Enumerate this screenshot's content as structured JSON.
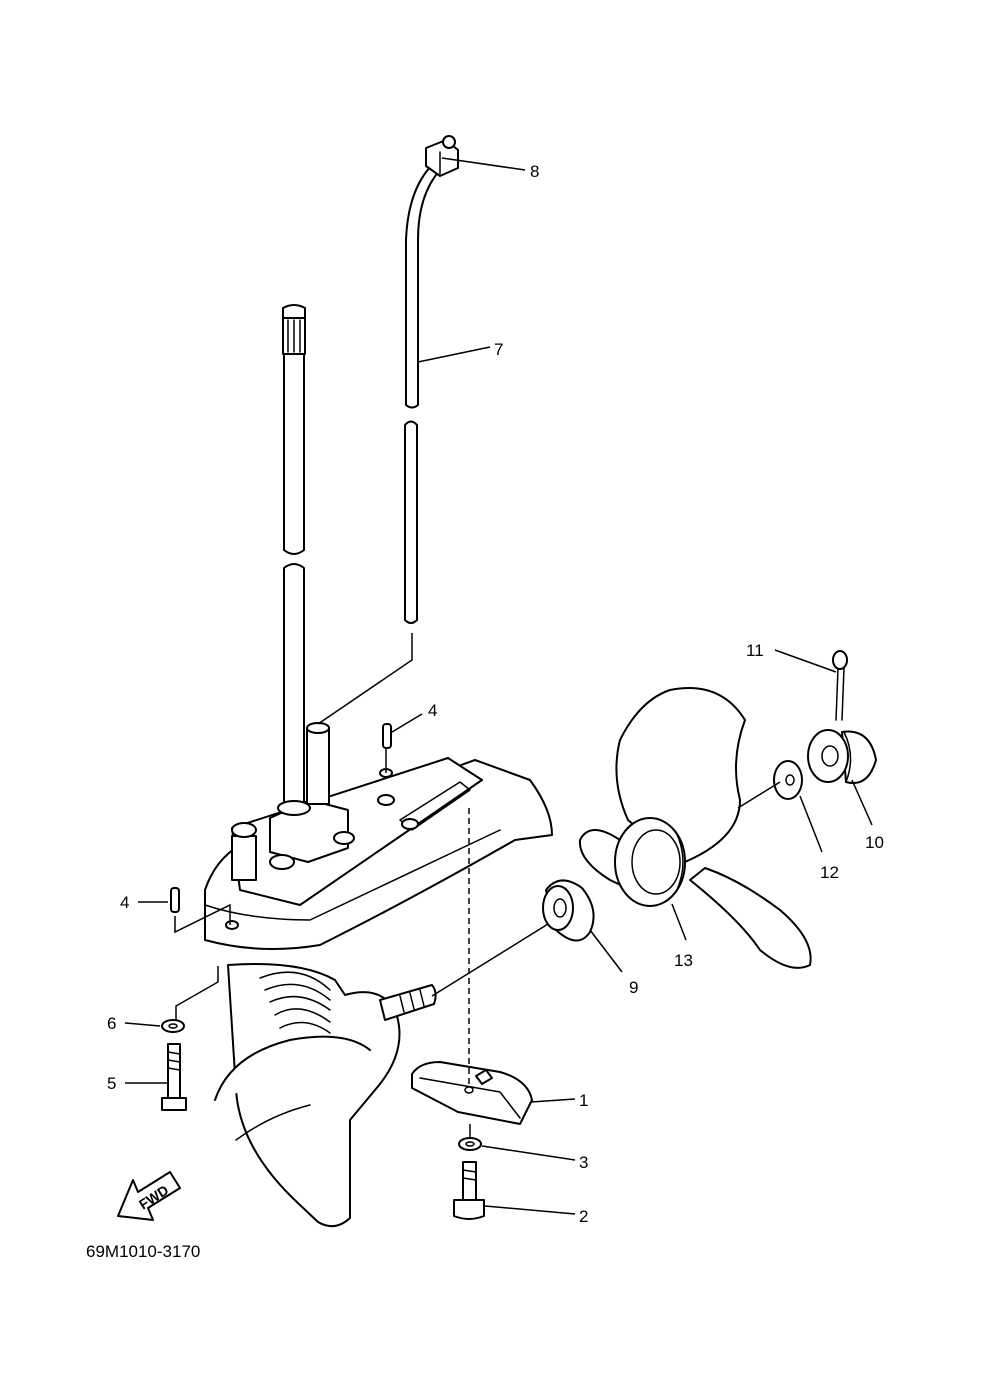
{
  "diagram": {
    "code": "69M1010-3170",
    "fwd_label": "FWD",
    "callouts": [
      "1",
      "2",
      "3",
      "4",
      "4",
      "5",
      "6",
      "7",
      "8",
      "9",
      "10",
      "11",
      "12",
      "13"
    ]
  }
}
